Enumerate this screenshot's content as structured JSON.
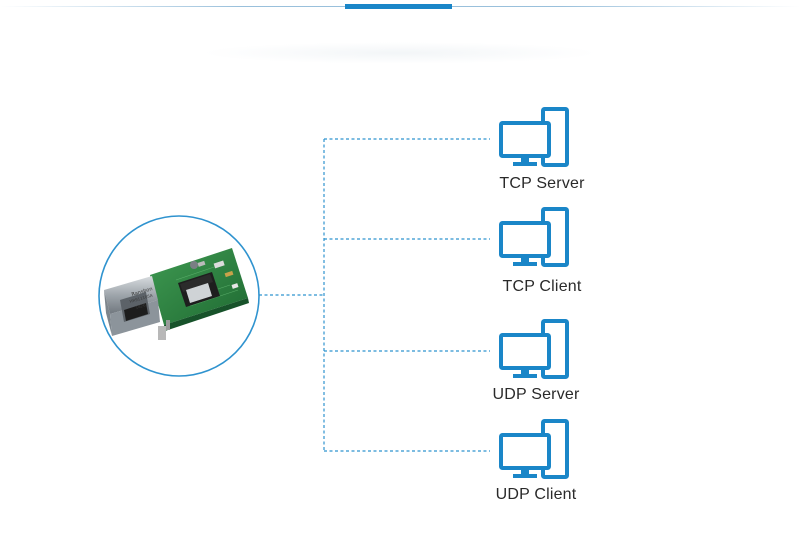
{
  "colors": {
    "accent": "#1a86c8",
    "line": "#2f93cf",
    "label": "#2a2a2a"
  },
  "module": {
    "chip_brand": "Ransbon",
    "chip_model": "HR911105A",
    "chip_code": "1826"
  },
  "nodes": [
    {
      "label": "TCP Server",
      "icon": "computer-icon"
    },
    {
      "label": "TCP Client",
      "icon": "computer-icon"
    },
    {
      "label": "UDP Server",
      "icon": "computer-icon"
    },
    {
      "label": "UDP Client",
      "icon": "computer-icon"
    }
  ]
}
